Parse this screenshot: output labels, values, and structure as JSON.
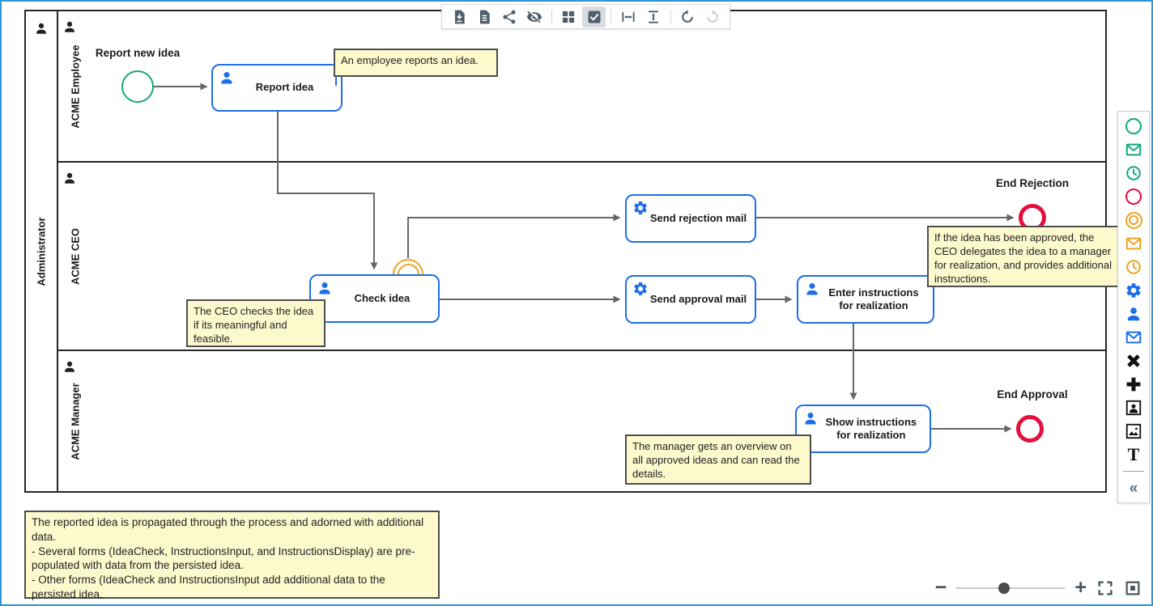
{
  "pool": {
    "label": "Administrator",
    "lanes": [
      {
        "label": "ACME Employee"
      },
      {
        "label": "ACME CEO"
      },
      {
        "label": "ACME Manager"
      }
    ]
  },
  "nodes": {
    "start_event": {
      "label": "Report new idea",
      "type": "start-event",
      "color": "green"
    },
    "task_report_idea": {
      "label": "Report idea",
      "type": "user-task"
    },
    "task_check_idea": {
      "label": "Check idea",
      "type": "user-task"
    },
    "boundary_event_check_idea": {
      "label": "",
      "type": "intermediate-boundary-event",
      "color": "orange"
    },
    "task_send_rejection_mail": {
      "label": "Send rejection mail",
      "type": "service-task"
    },
    "task_send_approval_mail": {
      "label": "Send approval mail",
      "type": "service-task"
    },
    "task_enter_instructions": {
      "label": "Enter instructions for realization",
      "type": "user-task"
    },
    "task_show_instructions": {
      "label": "Show instructions for realization",
      "type": "user-task"
    },
    "end_event_rejection": {
      "label": "End Rejection",
      "type": "end-event",
      "color": "red"
    },
    "end_event_approval": {
      "label": "End Approval",
      "type": "end-event",
      "color": "red"
    }
  },
  "annotations": {
    "employee_reports": "An employee reports an idea.",
    "ceo_checks": "The CEO checks the idea if its meaningful and feasible.",
    "ceo_delegates": "If the idea has been approved, the CEO delegates the idea to a manager for realization, and provides additional instructions.",
    "manager_overview": "The manager gets an overview on all approved ideas and can read the details.",
    "idea_propagation": "The reported idea is propagated through the process and adorned with additional data.\n- Several forms (IdeaCheck, InstructionsInput, and InstructionsDisplay) are pre-populated with data from the persisted idea.\n- Other forms (IdeaCheck and InstructionsInput add additional data to the persisted idea."
  },
  "toolbar": {
    "icons": [
      "save-file",
      "document",
      "share",
      "hide",
      "grid",
      "checkbox-selected",
      "distribute-horizontal",
      "distribute-vertical",
      "undo",
      "redo-disabled"
    ]
  },
  "palette": {
    "icons": [
      "start-event",
      "message-start-event",
      "timer-start-event",
      "end-event",
      "intermediate-event",
      "message-intermediate-event",
      "timer-intermediate-event",
      "service-task",
      "user-task",
      "send-task",
      "exclusive-gateway",
      "parallel-gateway",
      "user-image",
      "image",
      "text"
    ],
    "text_tool_glyph": "T",
    "collapse_glyph": "«"
  },
  "zoom_controls": {
    "zoom_out_glyph": "−",
    "zoom_in_glyph": "+",
    "slider_position": 0.44
  },
  "colors": {
    "task_blue": "#1d6fe8",
    "event_green": "#13a87c",
    "event_red": "#e40f3c",
    "event_orange": "#f0a41e",
    "annotation_bg": "#fcf9cd",
    "frame_blue": "#2d95d4"
  }
}
